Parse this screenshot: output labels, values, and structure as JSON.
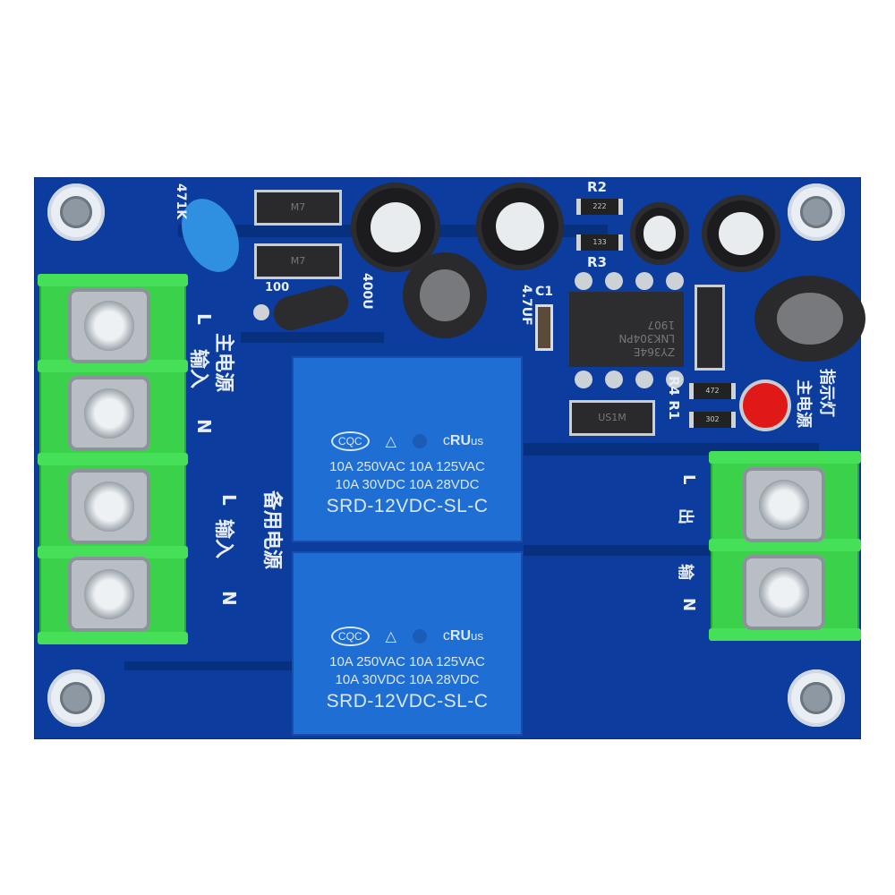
{
  "board": {
    "color": "#0b3c9e",
    "silkscreen": {
      "varistor_label": "471K",
      "diode_label": "M7",
      "resistor_100": "100",
      "cap_voltage": "400U",
      "cap_value": "4.7UF",
      "c1": "C1",
      "r2": "R2",
      "r3": "R3",
      "r4r1": "R4 R1",
      "r2_code": "222",
      "r3_code": "133",
      "r4_code": "472",
      "r1_code": "302",
      "bridge_label": "US1M",
      "main_input_title": "主电源",
      "main_input_sub": "输入",
      "backup_input_title": "备用电源",
      "backup_input_sub": "输入",
      "pin_l": "L",
      "pin_n": "N",
      "output_label_1": "输",
      "output_label_2": "出",
      "indicator_label_1": "主电源",
      "indicator_label_2": "指示灯"
    },
    "chip": {
      "line1": "ZY364E",
      "line2": "LNK304PN",
      "line3": "1907"
    },
    "relays": [
      {
        "cert_cqc": "CQC",
        "cert_c": "c",
        "cert_ul": "RU",
        "cert_us": "us",
        "rating_line1": "10A 250VAC  10A 125VAC",
        "rating_line2": "10A 30VDC  10A 28VDC",
        "model": "SRD-12VDC-SL-C"
      },
      {
        "cert_cqc": "CQC",
        "cert_c": "c",
        "cert_ul": "RU",
        "cert_us": "us",
        "rating_line1": "10A 250VAC  10A 125VAC",
        "rating_line2": "10A 30VDC  10A 28VDC",
        "model": "SRD-12VDC-SL-C"
      }
    ],
    "terminal_color": "#3bd14a",
    "relay_color": "#1f6ed4",
    "led_color": "#e01818"
  }
}
